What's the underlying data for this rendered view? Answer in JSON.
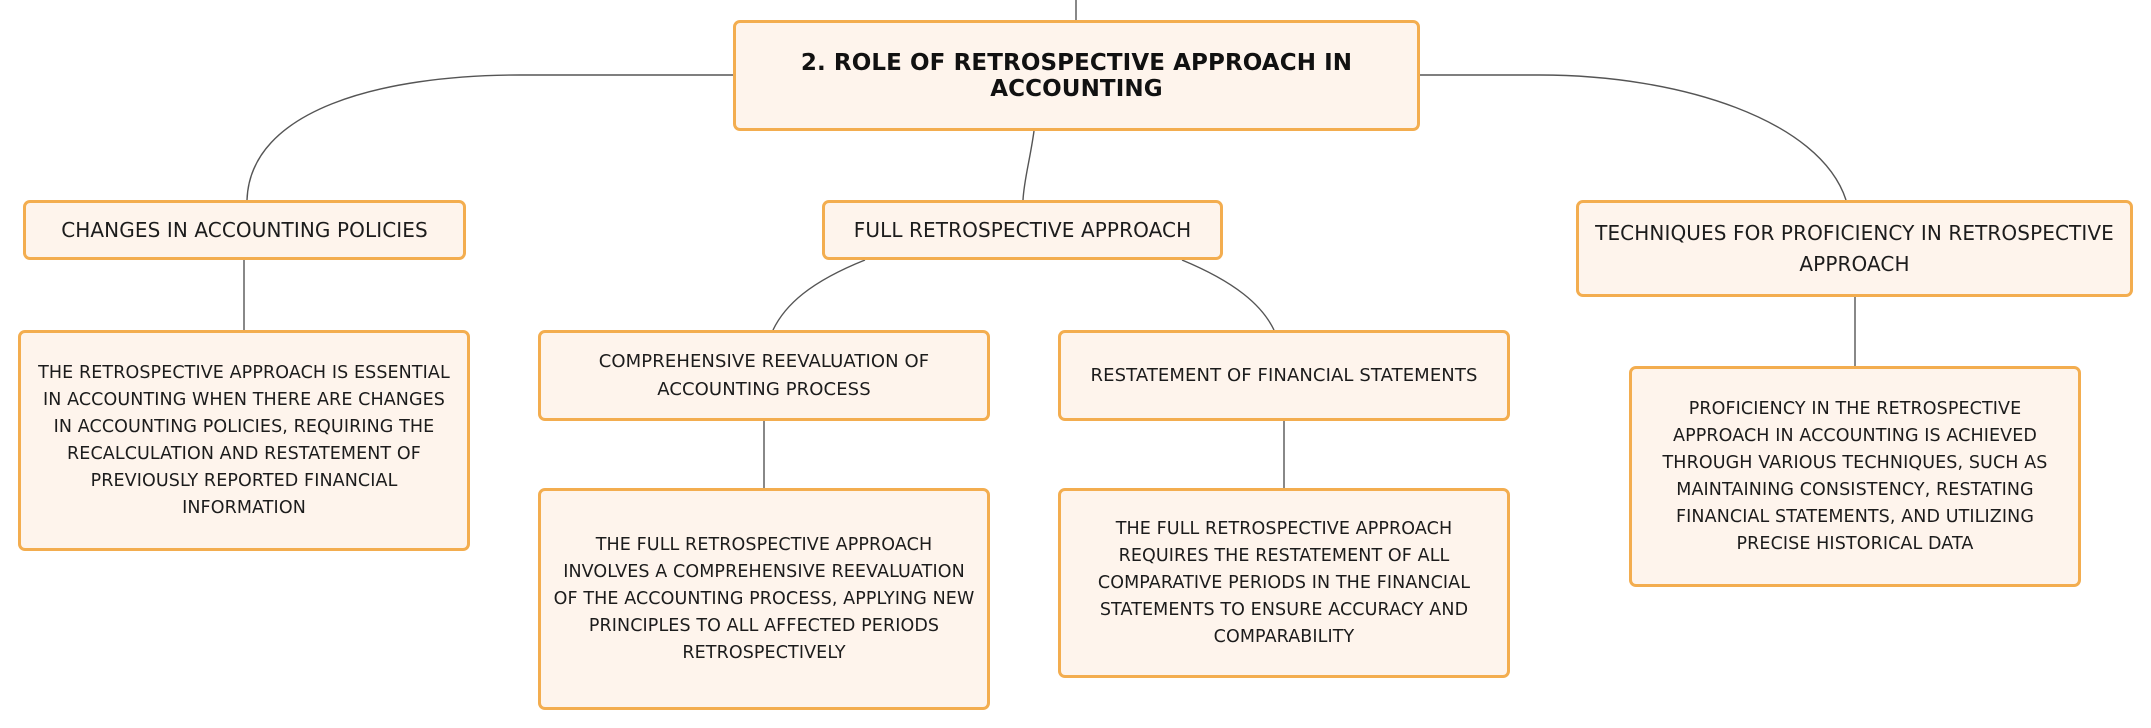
{
  "root": {
    "label": "2. ROLE OF RETROSPECTIVE APPROACH IN ACCOUNTING"
  },
  "branches": [
    {
      "label": "CHANGES IN ACCOUNTING POLICIES",
      "detail": "THE RETROSPECTIVE APPROACH IS ESSENTIAL IN ACCOUNTING WHEN THERE ARE CHANGES IN ACCOUNTING POLICIES, REQUIRING THE RECALCULATION AND RESTATEMENT OF PREVIOUSLY REPORTED FINANCIAL INFORMATION"
    },
    {
      "label": "FULL RETROSPECTIVE APPROACH",
      "children": [
        {
          "label": "COMPREHENSIVE REEVALUATION OF ACCOUNTING PROCESS",
          "detail": "THE FULL RETROSPECTIVE APPROACH INVOLVES A COMPREHENSIVE REEVALUATION OF THE ACCOUNTING PROCESS, APPLYING NEW PRINCIPLES TO ALL AFFECTED PERIODS RETROSPECTIVELY"
        },
        {
          "label": "RESTATEMENT OF FINANCIAL STATEMENTS",
          "detail": "THE FULL RETROSPECTIVE APPROACH REQUIRES THE RESTATEMENT OF ALL COMPARATIVE PERIODS IN THE FINANCIAL STATEMENTS TO ENSURE ACCURACY AND COMPARABILITY"
        }
      ]
    },
    {
      "label": "TECHNIQUES FOR PROFICIENCY IN RETROSPECTIVE APPROACH",
      "detail": "PROFICIENCY IN THE RETROSPECTIVE APPROACH IN ACCOUNTING IS ACHIEVED THROUGH VARIOUS TECHNIQUES, SUCH AS MAINTAINING CONSISTENCY, RESTATING FINANCIAL STATEMENTS, AND UTILIZING PRECISE HISTORICAL DATA"
    }
  ],
  "colors": {
    "node_fill": "#fef4ec",
    "node_border": "#f3ad4f",
    "connector": "#555555",
    "text": "#1c1c1c"
  }
}
